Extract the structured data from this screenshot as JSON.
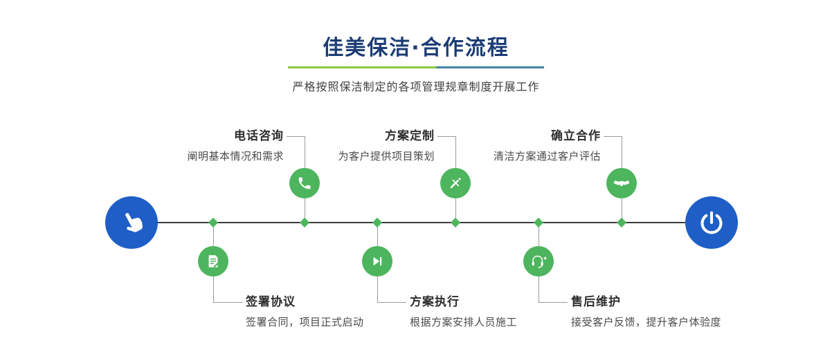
{
  "header": {
    "title": "佳美保洁·合作流程",
    "subtitle": "严格按照保洁制定的各项管理规章制度开展工作"
  },
  "colors": {
    "title_navy": "#1b3c74",
    "accent_green": "#4db55d",
    "terminal_blue": "#1e5ec6",
    "underline_green": "#8cc63f",
    "underline_blue": "#41839f",
    "timeline_dark": "#3a3a3a"
  },
  "flow": {
    "start_icon": "hand-pointer-icon",
    "end_icon": "power-icon",
    "top_steps": [
      {
        "title": "电话咨询",
        "desc": "阐明基本情况和需求",
        "icon": "phone-icon"
      },
      {
        "title": "方案定制",
        "desc": "为客户提供项目策划",
        "icon": "design-tools-icon"
      },
      {
        "title": "确立合作",
        "desc": "清洁方案通过客户评估",
        "icon": "handshake-icon"
      }
    ],
    "bottom_steps": [
      {
        "title": "签署协议",
        "desc": "签署合同，项目正式启动",
        "icon": "contract-icon"
      },
      {
        "title": "方案执行",
        "desc": "根据方案安排人员施工",
        "icon": "play-icon"
      },
      {
        "title": "售后维护",
        "desc": "接受客户反馈，提升客户体验度",
        "icon": "headset-icon"
      }
    ]
  }
}
